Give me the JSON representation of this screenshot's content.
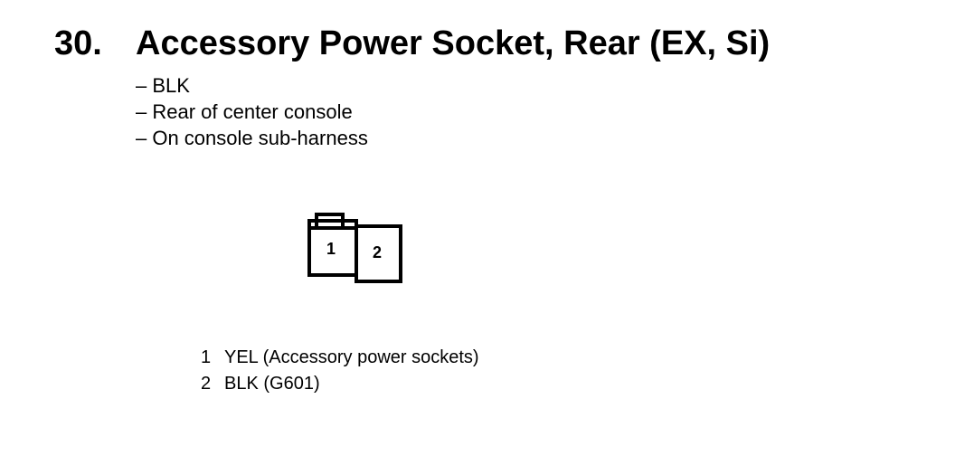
{
  "heading": {
    "number": "30.",
    "title": "Accessory Power Socket, Rear (EX, Si)"
  },
  "details": [
    "– BLK",
    "– Rear of center console",
    "– On console sub-harness"
  ],
  "connector": {
    "terminals": [
      "1",
      "2"
    ]
  },
  "pins": [
    {
      "num": "1",
      "desc": "YEL (Accessory power sockets)"
    },
    {
      "num": "2",
      "desc": "BLK (G601)"
    }
  ]
}
